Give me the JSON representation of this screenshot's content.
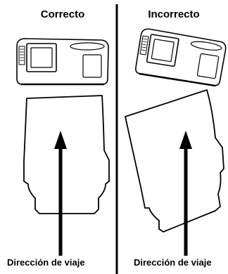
{
  "left_panel": {
    "heading": "Correcto",
    "caption": "Dirección de viaje"
  },
  "right_panel": {
    "heading": "Incorrecto",
    "caption": "Dirección de viaje"
  }
}
